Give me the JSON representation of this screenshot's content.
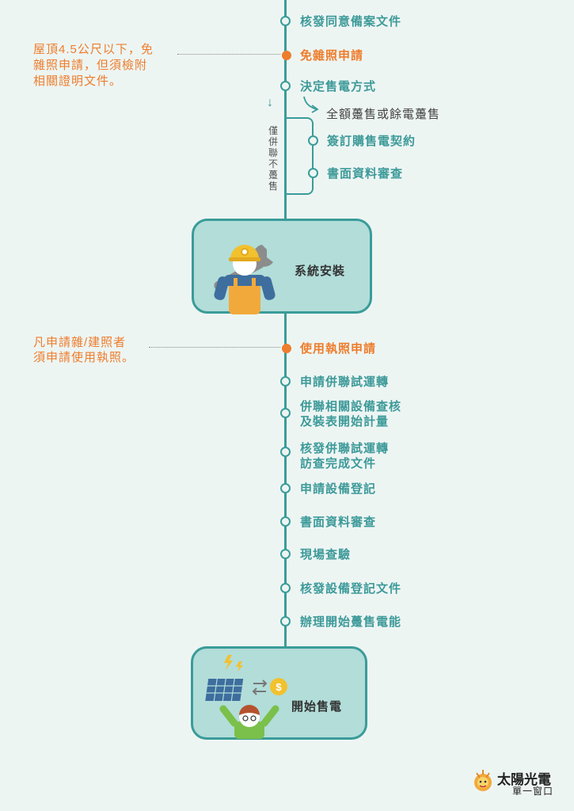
{
  "colors": {
    "teal": "#3a9c99",
    "orange": "#ee7d2c",
    "box_fill": "#b2ddd9"
  },
  "steps_top": {
    "s1": "核發同意備案文件",
    "s2": "免雜照申請",
    "s3": "決定售電方式",
    "option": "全額躉售或餘電躉售",
    "s4": "簽訂購售電契約",
    "s5": "書面資料審查"
  },
  "notes": {
    "exempt_1": "屋頂4.5公尺以下，免",
    "exempt_2": "雜照申請，但須檢附",
    "exempt_3": "相關證明文件。",
    "permit_1": "凡申請雜/建照者",
    "permit_2": "須申請使用執照。"
  },
  "side_label": "僅併聯不躉售",
  "install_box": {
    "label": "系統安裝",
    "icon": "worker-with-wrench-icon"
  },
  "steps_bottom": {
    "b1": "使用執照申請",
    "b2": "申請併聯試運轉",
    "b3a": "併聯相關設備查核",
    "b3b": "及裝表開始計量",
    "b4a": "核發併聯試運轉",
    "b4b": "訪查完成文件",
    "b5": "申請設備登記",
    "b6": "書面資料審查",
    "b7": "現場查驗",
    "b8": "核發設備登記文件",
    "b9": "辦理開始躉售電能"
  },
  "sell_box": {
    "label": "開始售電",
    "icon": "solar-panel-exchange-coin-icon"
  },
  "logo": {
    "title": "太陽光電",
    "subtitle": "單一窗口",
    "icon": "sun-mascot-icon"
  }
}
